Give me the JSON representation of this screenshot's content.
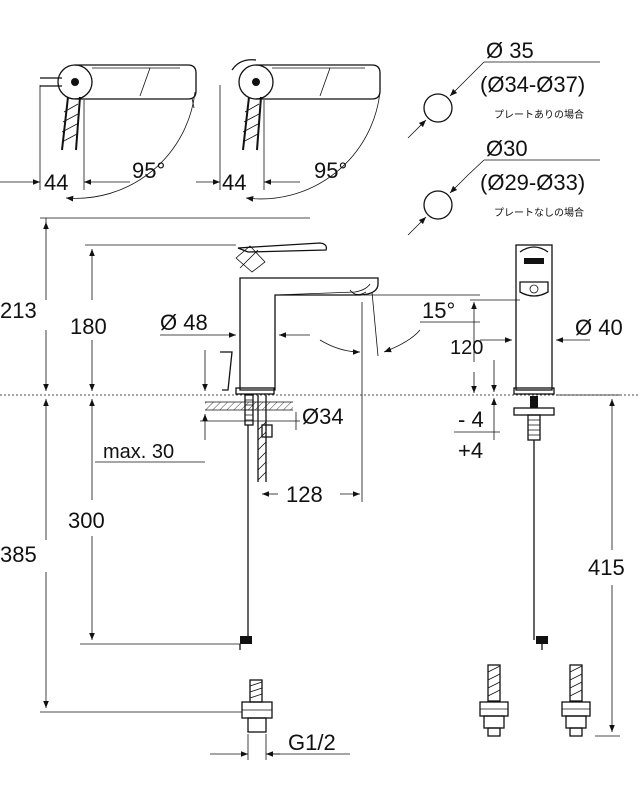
{
  "top_views": {
    "left": {
      "dim_44": "44",
      "angle": "95°"
    },
    "right": {
      "dim_44": "44",
      "angle": "95°"
    }
  },
  "hole_plate": {
    "diameter": "Ø 35",
    "range": "(Ø34-Ø37)",
    "note": "プレートありの場合"
  },
  "hole_no_plate": {
    "diameter": "Ø30",
    "range": "(Ø29-Ø33)",
    "note": "プレートなしの場合"
  },
  "front_view": {
    "total_height": "213",
    "spout_height": "180",
    "body_diameter": "Ø 48",
    "spout_angle": "15°",
    "hole_diameter": "Ø34",
    "max_thickness": "max. 30",
    "reach": "128",
    "rod_length": "300",
    "hose_length": "385",
    "thread": "G1/2"
  },
  "side_view": {
    "body_diameter": "Ø 40",
    "spout_outlet_height": "120",
    "tolerance_minus": "- 4",
    "tolerance_plus": "+4",
    "hose_length": "415"
  },
  "colors": {
    "line": "#111111",
    "background": "#ffffff"
  }
}
